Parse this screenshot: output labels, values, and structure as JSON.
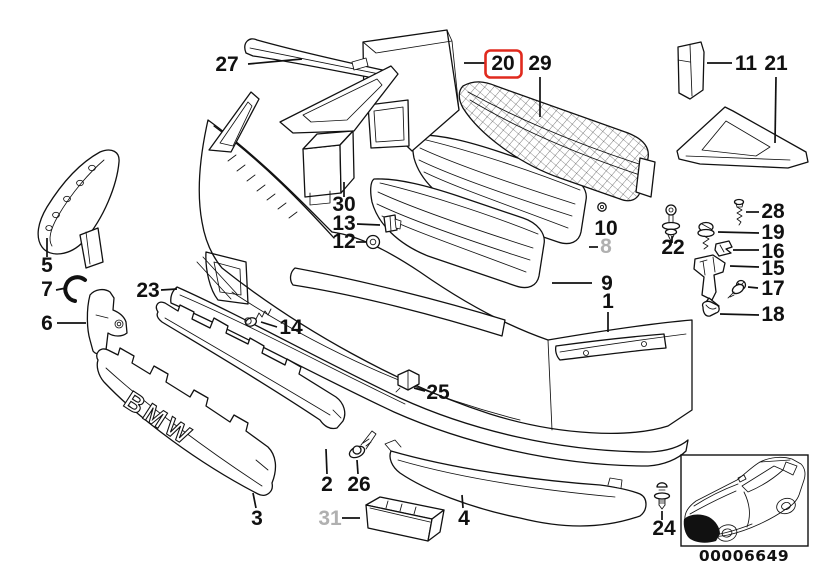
{
  "diagram": {
    "code": "00006649",
    "embossed_text": "BMW",
    "highlight_color": "#e02a1e",
    "muted_color": "#b0b0b0",
    "line_color": "#111111",
    "background": "#ffffff",
    "highlighted_part": "20"
  },
  "labels": [
    {
      "text": "27"
    },
    {
      "text": "20"
    },
    {
      "text": "29"
    },
    {
      "text": "11"
    },
    {
      "text": "21"
    },
    {
      "text": "5"
    },
    {
      "text": "7"
    },
    {
      "text": "6"
    },
    {
      "text": "23"
    },
    {
      "text": "30"
    },
    {
      "text": "13"
    },
    {
      "text": "12"
    },
    {
      "text": "14"
    },
    {
      "text": "10"
    },
    {
      "text": "8"
    },
    {
      "text": "22"
    },
    {
      "text": "28"
    },
    {
      "text": "19"
    },
    {
      "text": "16"
    },
    {
      "text": "15"
    },
    {
      "text": "17"
    },
    {
      "text": "18"
    },
    {
      "text": "9"
    },
    {
      "text": "1"
    },
    {
      "text": "25"
    },
    {
      "text": "2"
    },
    {
      "text": "26"
    },
    {
      "text": "3"
    },
    {
      "text": "31"
    },
    {
      "text": "4"
    },
    {
      "text": "24"
    }
  ]
}
